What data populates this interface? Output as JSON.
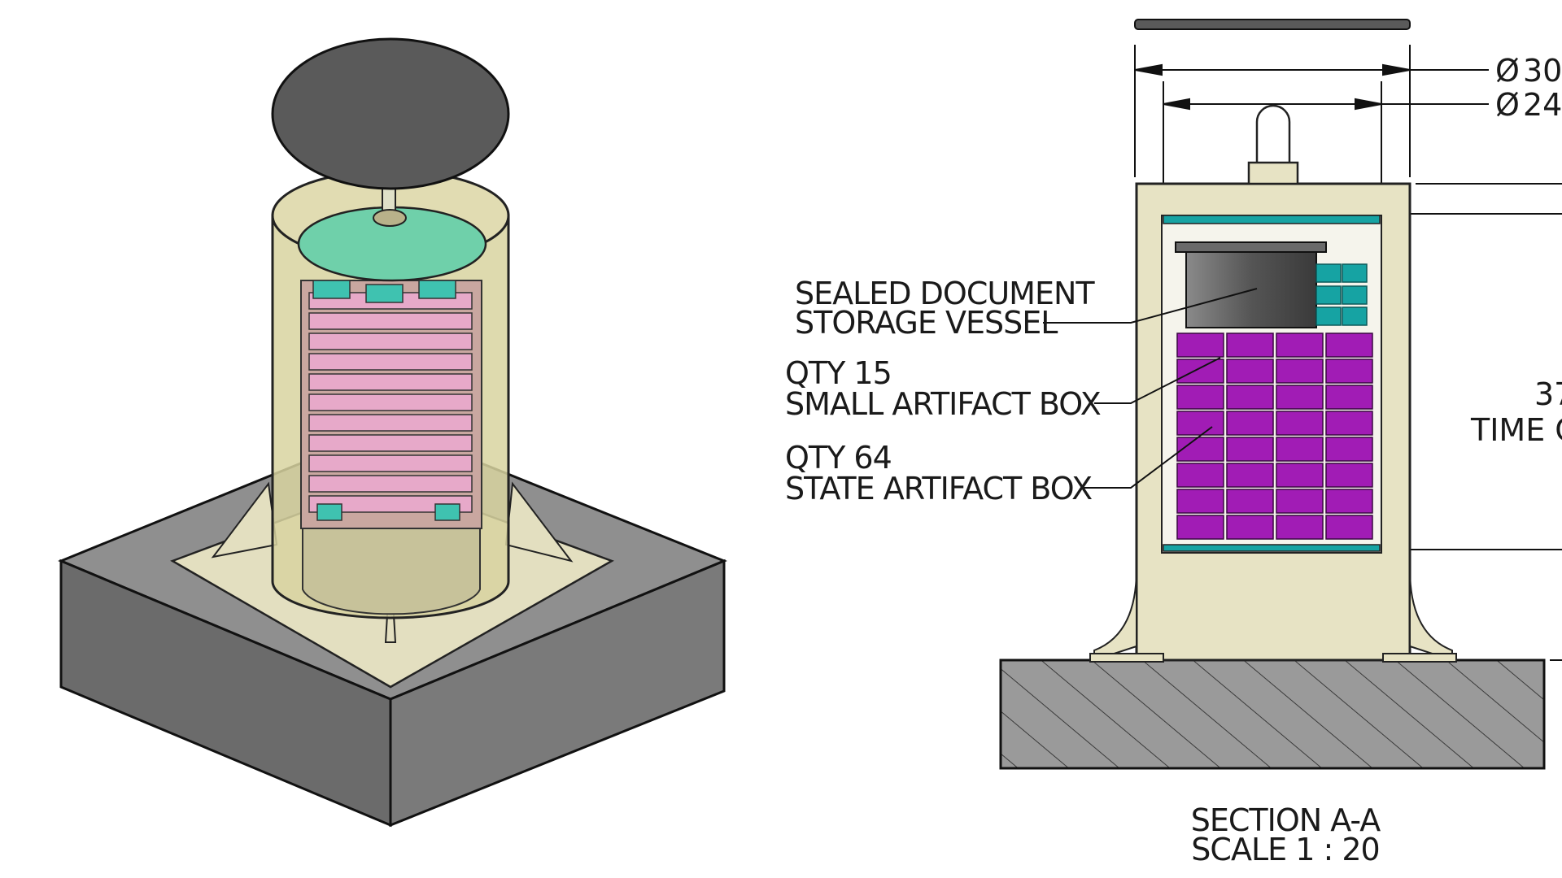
{
  "callouts": {
    "vessel": [
      "SEALED DOCUMENT",
      "STORAGE VESSEL"
    ],
    "small_box": [
      "QTY 15",
      "SMALL ARTIFACT BOX"
    ],
    "state_box": [
      "QTY 64",
      "STATE ARTIFACT BOX"
    ]
  },
  "dimensions": {
    "outer_diameter": "30",
    "inner_diameter": "24",
    "height_partial": "37",
    "height_label_partial": "TIME C"
  },
  "section": {
    "title": "SECTION A-A",
    "scale": "SCALE 1 : 20"
  },
  "colors": {
    "capsule_shell": "#e7e3c4",
    "lid": "#5a5a5a",
    "base_concrete": "#8c8c8c",
    "inner_lid": "#6fd0aa",
    "small_box": "#16a3a3",
    "state_box": "#a11cb5",
    "state_box_iso": "#e7a9c9"
  }
}
